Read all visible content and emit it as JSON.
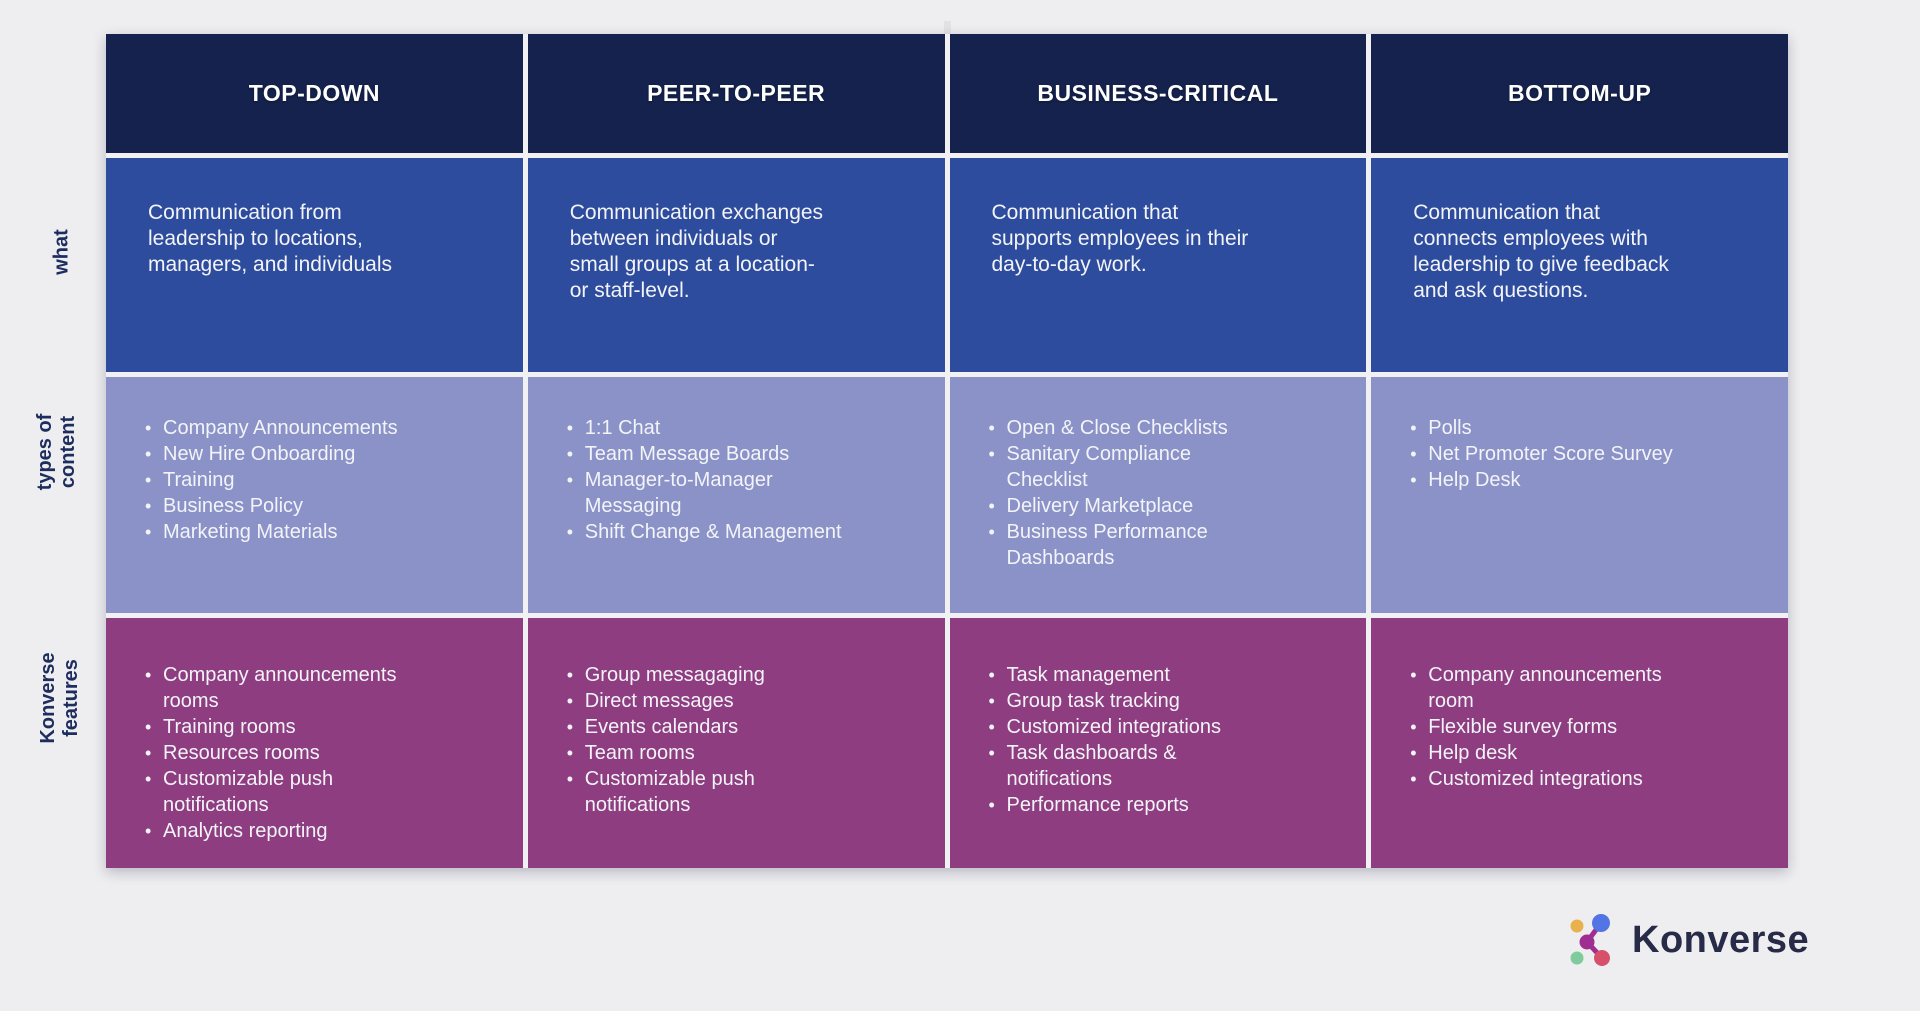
{
  "page": {
    "background_color": "#eeeef0"
  },
  "colors": {
    "header_bg": "#14224d",
    "what_row_bg": "#2e4c9d",
    "content_row_bg": "#8a92c8",
    "features_row_bg": "#8e3d80",
    "cell_text": "#f3f4f8",
    "row_label_text": "#1d2d5e",
    "logo_text_color": "#272b48"
  },
  "row_labels": {
    "what": "what",
    "content": "types of\ncontent",
    "features": "Konverse\nfeatures"
  },
  "columns": [
    {
      "header": "TOP-DOWN",
      "what": "Communication from\nleadership to locations,\nmanagers, and individuals",
      "content_types": [
        "Company Announcements",
        "New Hire Onboarding",
        "Training",
        "Business Policy",
        "Marketing Materials"
      ],
      "features": [
        "Company announcements\nrooms",
        "Training rooms",
        "Resources rooms",
        "Customizable push\nnotifications",
        "Analytics reporting"
      ]
    },
    {
      "header": "PEER-TO-PEER",
      "what": "Communication exchanges\nbetween individuals or\nsmall groups at a location-\nor staff-level.",
      "content_types": [
        "1:1 Chat",
        "Team Message Boards",
        "Manager-to-Manager\nMessaging",
        "Shift Change & Management"
      ],
      "features": [
        "Group messagaging",
        "Direct messages",
        "Events calendars",
        "Team rooms",
        "Customizable push\nnotifications"
      ]
    },
    {
      "header": "BUSINESS-CRITICAL",
      "what": "Communication that\nsupports employees in their\nday-to-day work.",
      "content_types": [
        "Open  & Close Checklists",
        "Sanitary Compliance\nChecklist",
        "Delivery Marketplace",
        "Business Performance\nDashboards"
      ],
      "features": [
        "Task management",
        "Group task tracking",
        "Customized integrations",
        "Task dashboards &\nnotifications",
        "Performance reports"
      ]
    },
    {
      "header": "BOTTOM-UP",
      "what": "Communication that\nconnects employees with\nleadership to give feedback\nand ask questions.",
      "content_types": [
        "Polls",
        "Net Promoter Score Survey",
        "Help Desk"
      ],
      "features": [
        "Company announcements\nroom",
        "Flexible survey forms",
        "Help desk",
        "Customized integrations"
      ]
    }
  ],
  "logo": {
    "text": "Konverse",
    "mark_colors": {
      "yellow_dot": "#e9b14c",
      "blue_dot": "#5274e4",
      "green_dot": "#7fcb9b",
      "red_dot": "#d7506b",
      "magenta_node": "#9e2f90"
    }
  }
}
